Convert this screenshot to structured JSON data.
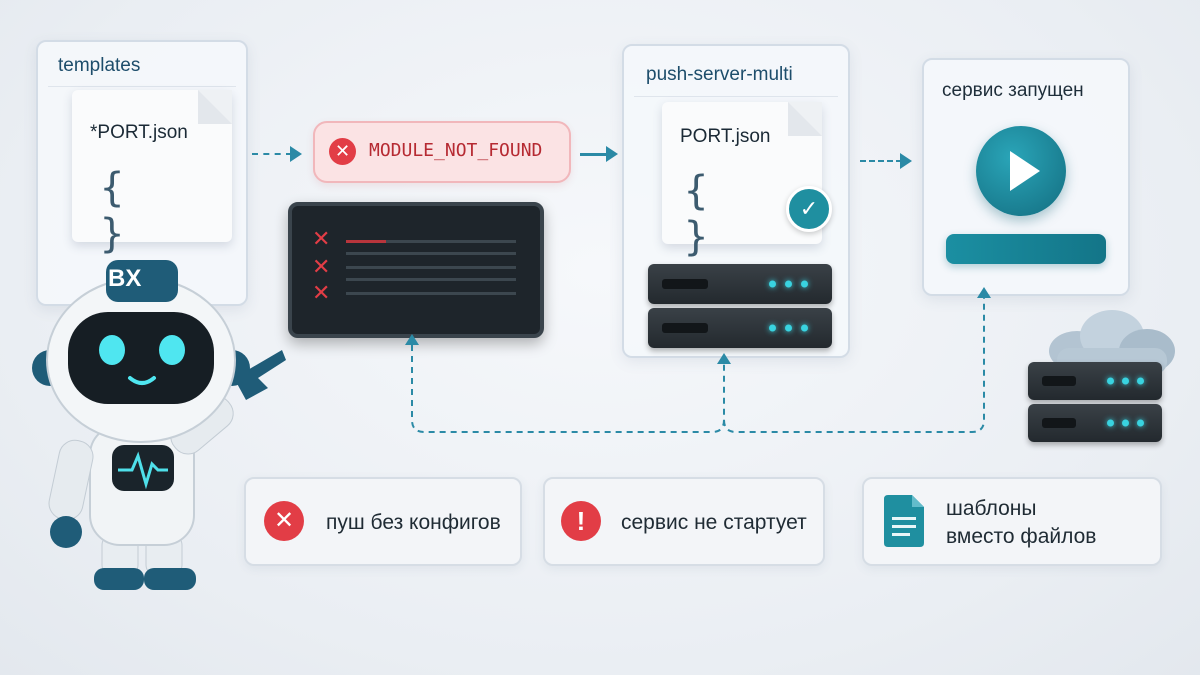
{
  "templates_panel": {
    "title": "templates",
    "file_name": "*PORT.json",
    "braces": "{ }"
  },
  "error_pill": {
    "text": "MODULE_NOT_FOUND",
    "icon": "x-circle-icon"
  },
  "terminal": {
    "icon": "x-mark-icon",
    "error_marks": 3
  },
  "push_panel": {
    "title": "push-server-multi",
    "file_name": "PORT.json",
    "braces": "{ }",
    "status_icon": "check-circle-icon"
  },
  "service_panel": {
    "title": "сервис запущен",
    "icon": "play-icon"
  },
  "robot": {
    "badge": "BX"
  },
  "notes": [
    {
      "icon": "x-circle-icon",
      "text": "пуш без конфигов",
      "color": "#e23d46"
    },
    {
      "icon": "alert-circle-icon",
      "text": "сервис не стартует",
      "color": "#e23d46"
    },
    {
      "icon": "document-icon",
      "text_line1": "шаблоны",
      "text_line2": "вместо файлов",
      "color": "#1f8fa0"
    }
  ],
  "colors": {
    "accent": "#2b8aa6",
    "error": "#e23d46",
    "teal": "#1f8fa0",
    "led": "#39d3e0"
  }
}
